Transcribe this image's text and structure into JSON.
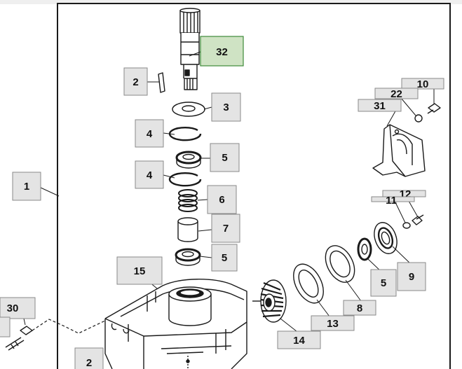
{
  "diagram": {
    "callouts": {
      "c1": "1",
      "c2a": "2",
      "c2b": "2",
      "c3": "3",
      "c4a": "4",
      "c4b": "4",
      "c5a": "5",
      "c5b": "5",
      "c5c": "5",
      "c6": "6",
      "c7": "7",
      "c8": "8",
      "c9": "9",
      "c10": "10",
      "c11": "11",
      "c12": "12",
      "c13": "13",
      "c14": "14",
      "c15": "15",
      "c22": "22",
      "c30": "30",
      "c31": "31",
      "c32": "32"
    },
    "colors": {
      "callout_fill": "#e4e4e4",
      "callout_border": "#8a8a8a",
      "highlight_fill": "#cfe3c4",
      "highlight_border": "#3e8a3a",
      "line": "#1a1a1a"
    },
    "highlighted_callout": "32"
  }
}
